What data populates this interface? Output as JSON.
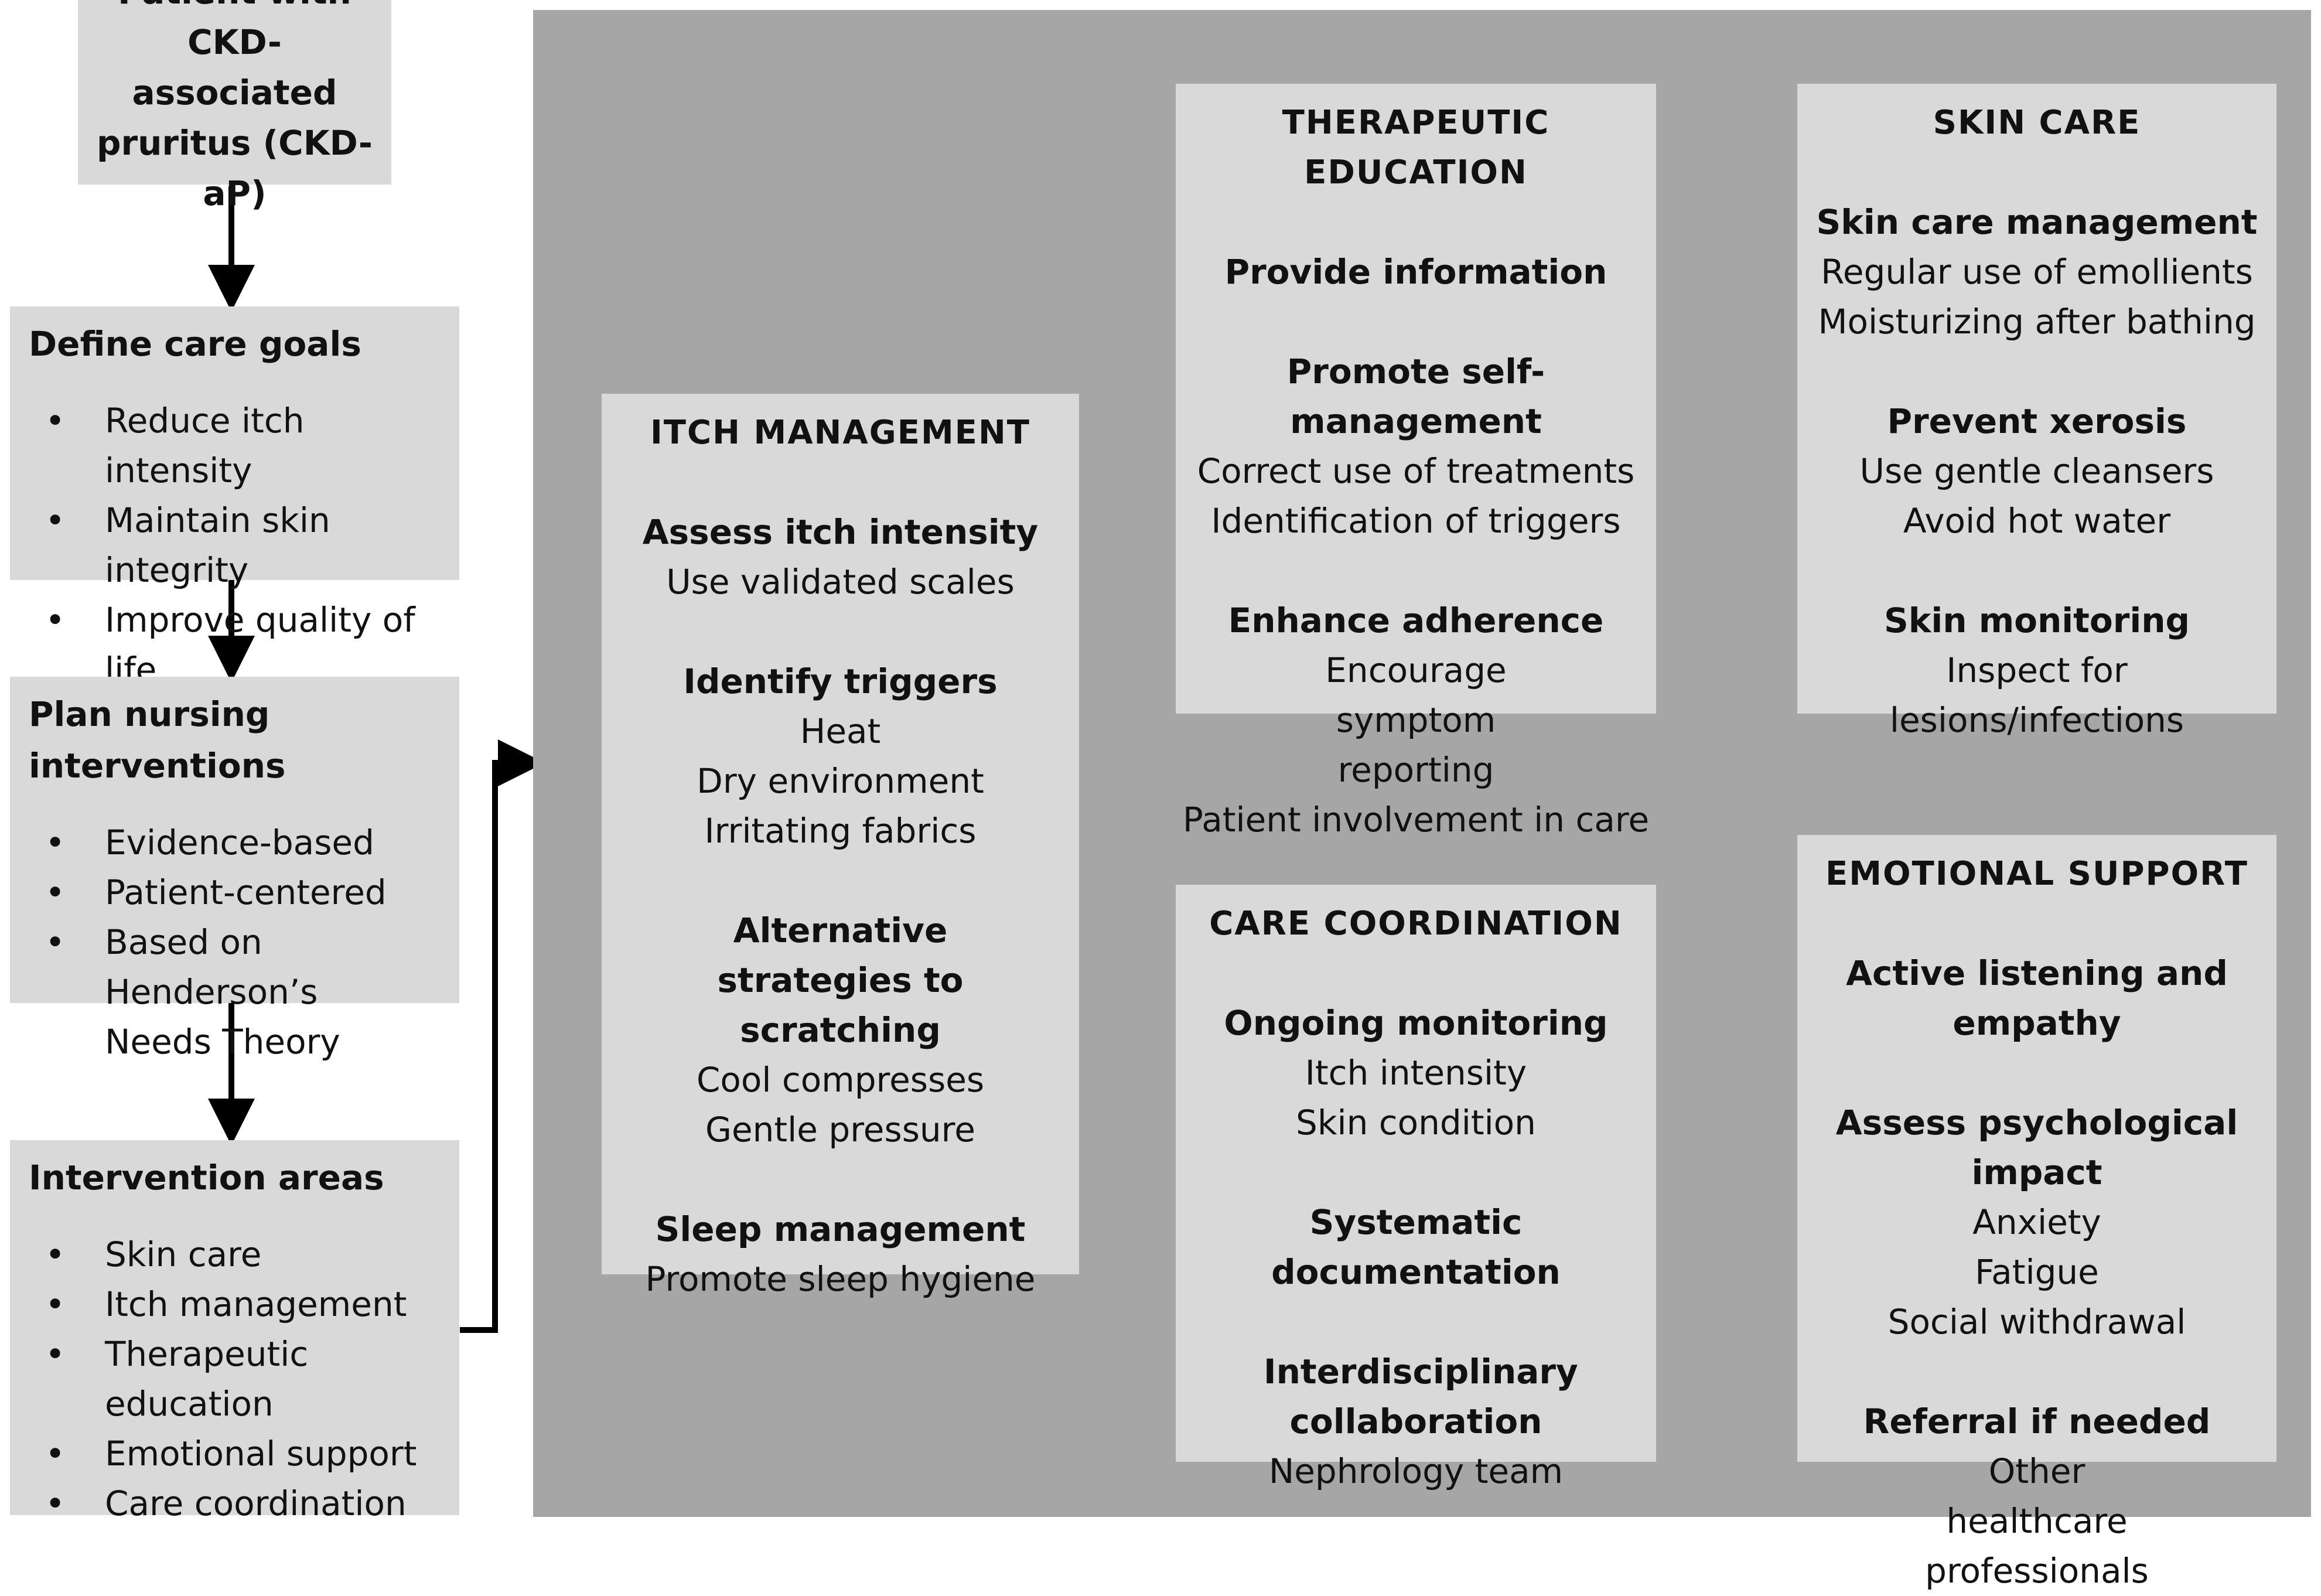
{
  "flow": {
    "start": "Patient with CKD-associated pruritus (CKD-aP)",
    "goals": {
      "title": "Define care goals",
      "items": [
        "Reduce itch intensity",
        "Maintain skin integrity",
        "Improve quality of life"
      ]
    },
    "plan": {
      "title": "Plan nursing interventions",
      "items": [
        "Evidence-based",
        "Patient-centered",
        "Based on Henderson’s Needs Theory"
      ]
    },
    "areas": {
      "title": "Intervention areas",
      "items": [
        "Skin care",
        "Itch management",
        "Therapeutic education",
        "Emotional support",
        "Care coordination"
      ]
    }
  },
  "itch": {
    "title": "ITCH MANAGEMENT",
    "s1_head": "Assess itch intensity",
    "s1_i1": "Use validated scales",
    "s2_head": "Identify triggers",
    "s2_i1": "Heat",
    "s2_i2": "Dry environment",
    "s2_i3": "Irritating fabrics",
    "s3_head": "Alternative strategies to scratching",
    "s3_i1": "Cool compresses",
    "s3_i2": "Gentle pressure",
    "s4_head": "Sleep management",
    "s4_i1": "Promote sleep hygiene"
  },
  "education": {
    "title": "THERAPEUTIC EDUCATION",
    "s1_head": "Provide information",
    "s2_head": "Promote self-management",
    "s2_i1": "Correct use of treatments",
    "s2_i2": "Identification of triggers",
    "s3_head": "Enhance adherence",
    "s3_i1": "Encourage symptom reporting",
    "s3_i2": "Patient involvement in care"
  },
  "skin": {
    "title": "SKIN CARE",
    "s1_head": "Skin care management",
    "s1_i1": "Regular use of emollients",
    "s1_i2": "Moisturizing after bathing",
    "s2_head": "Prevent xerosis",
    "s2_i1": "Use gentle cleansers",
    "s2_i2": "Avoid hot water",
    "s3_head": "Skin monitoring",
    "s3_i1": "Inspect for lesions/infections"
  },
  "coordination": {
    "title": "CARE COORDINATION",
    "s1_head": "Ongoing monitoring",
    "s1_i1": "Itch intensity",
    "s1_i2": "Skin condition",
    "s2_head": "Systematic documentation",
    "s3_head": "Interdisciplinary collaboration",
    "s3_i1": "Nephrology team"
  },
  "emotional": {
    "title": "EMOTIONAL SUPPORT",
    "s1_head": "Active listening and empathy",
    "s2_head": "Assess psychological impact",
    "s2_i1": "Anxiety",
    "s2_i2": "Fatigue",
    "s2_i3": "Social withdrawal",
    "s3_head": "Referral if needed",
    "s3_i1": "Other healthcare professionals"
  },
  "bullet": "•"
}
